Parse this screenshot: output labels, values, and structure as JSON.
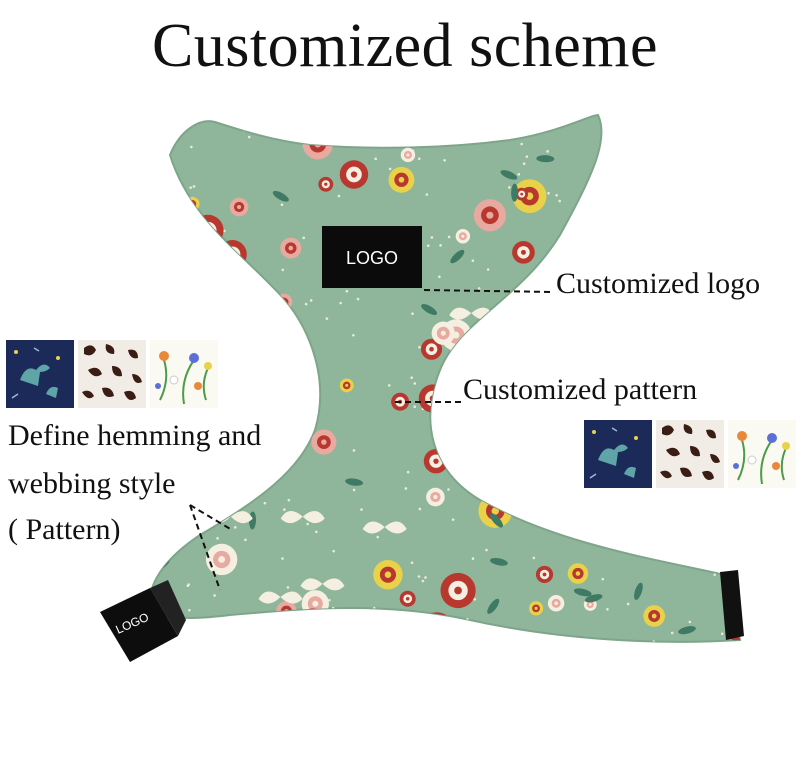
{
  "title": "Customized scheme",
  "annotations": {
    "logo": "Customized logo",
    "pattern": "Customized pattern",
    "hemming_line1": "Define hemming and",
    "hemming_line2": "webbing style",
    "hemming_line3": "( Pattern)"
  },
  "logo_patch": {
    "text": "LOGO"
  },
  "buckle_logo": {
    "text": "LOGO"
  },
  "swatches": [
    "dinosaur-pattern",
    "leopard-pattern",
    "floral-pattern"
  ],
  "colors": {
    "fabric": "#8fb69a",
    "fabric_edge": "#7ea58a",
    "patch": "#0b0b0b",
    "navy": "#1c2a5a",
    "flower_red": "#b8382f",
    "flower_pink": "#e8a9a0",
    "flower_yellow": "#e9d24a",
    "cream": "#f4efe0"
  }
}
